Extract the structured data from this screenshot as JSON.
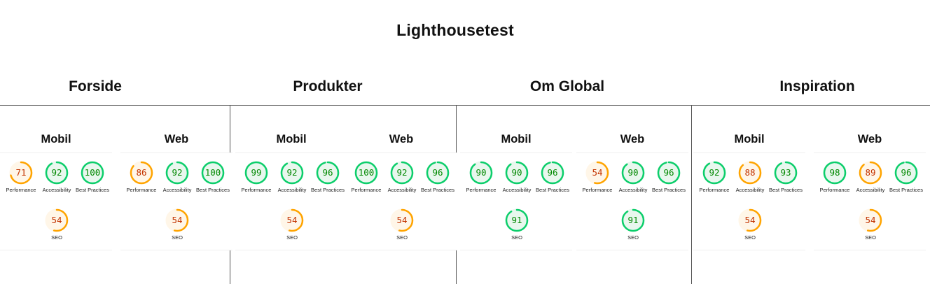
{
  "title": "Lighthousetest",
  "colors": {
    "good": "#0cce6b",
    "good_bg": "#e9f7ee",
    "good_text": "#008800",
    "average": "#ffa400",
    "average_bg": "#fff6e8",
    "average_text": "#c33300"
  },
  "labels": {
    "performance": "Performance",
    "accessibility": "Accessibility",
    "best_practices": "Best Practices",
    "seo": "SEO"
  },
  "pages": [
    {
      "name": "Forside",
      "mobil": {
        "label": "Mobil",
        "performance": 71,
        "accessibility": 92,
        "best_practices": 100,
        "seo": 54
      },
      "web": {
        "label": "Web",
        "performance": 86,
        "accessibility": 92,
        "best_practices": 100,
        "seo": 54
      }
    },
    {
      "name": "Produkter",
      "mobil": {
        "label": "Mobil",
        "performance": 99,
        "accessibility": 92,
        "best_practices": 96,
        "seo": 54
      },
      "web": {
        "label": "Web",
        "performance": 100,
        "accessibility": 92,
        "best_practices": 96,
        "seo": 54
      }
    },
    {
      "name": "Om Global",
      "mobil": {
        "label": "Mobil",
        "performance": 90,
        "accessibility": 90,
        "best_practices": 96,
        "seo": 91
      },
      "web": {
        "label": "Web",
        "performance": 54,
        "accessibility": 90,
        "best_practices": 96,
        "seo": 91
      }
    },
    {
      "name": "Inspiration",
      "mobil": {
        "label": "Mobil",
        "performance": 92,
        "accessibility": 88,
        "best_practices": 93,
        "seo": 54
      },
      "web": {
        "label": "Web",
        "performance": 98,
        "accessibility": 89,
        "best_practices": 96,
        "seo": 54
      }
    }
  ]
}
